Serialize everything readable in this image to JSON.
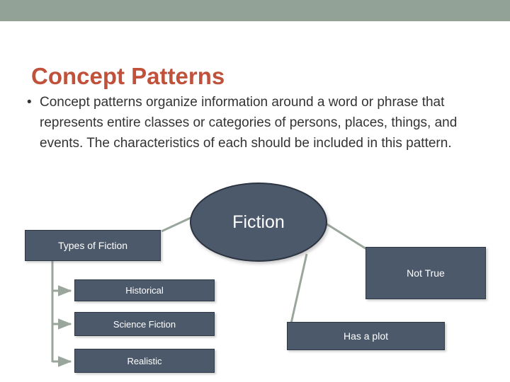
{
  "slide": {
    "title": "Concept Patterns",
    "accent_band_color": "#93a297",
    "title_color": "#c0523c",
    "node_fill_color": "#4c596b",
    "node_border_color": "#2e3946",
    "connector_color": "#9aa69c",
    "background_color": "#ffffff"
  },
  "body": {
    "bullet_marker": "•",
    "bullet_text": "Concept patterns organize information around a word or phrase that represents entire classes or categories of persons, places, things, and events. The characteristics of each should be included in this pattern."
  },
  "diagram": {
    "center_node": {
      "label": "Fiction",
      "shape": "ellipse"
    },
    "nodes": [
      {
        "id": "types-of-fiction",
        "label": "Types of Fiction",
        "shape": "rect"
      },
      {
        "id": "not-true",
        "label": "Not True",
        "shape": "rect"
      },
      {
        "id": "has-a-plot",
        "label": "Has a plot",
        "shape": "rect"
      },
      {
        "id": "historical",
        "label": "Historical",
        "shape": "rect"
      },
      {
        "id": "science-fiction",
        "label": "Science Fiction",
        "shape": "rect"
      },
      {
        "id": "realistic",
        "label": "Realistic",
        "shape": "rect"
      }
    ],
    "connectors": [
      {
        "from": "types-of-fiction",
        "to": "fiction",
        "style": "line"
      },
      {
        "from": "fiction",
        "to": "not-true",
        "style": "line"
      },
      {
        "from": "fiction",
        "to": "has-a-plot",
        "style": "line"
      },
      {
        "from": "types-of-fiction",
        "to": "historical",
        "style": "elbow-arrow"
      },
      {
        "from": "types-of-fiction",
        "to": "science-fiction",
        "style": "elbow-arrow"
      },
      {
        "from": "types-of-fiction",
        "to": "realistic",
        "style": "elbow-arrow"
      }
    ]
  }
}
